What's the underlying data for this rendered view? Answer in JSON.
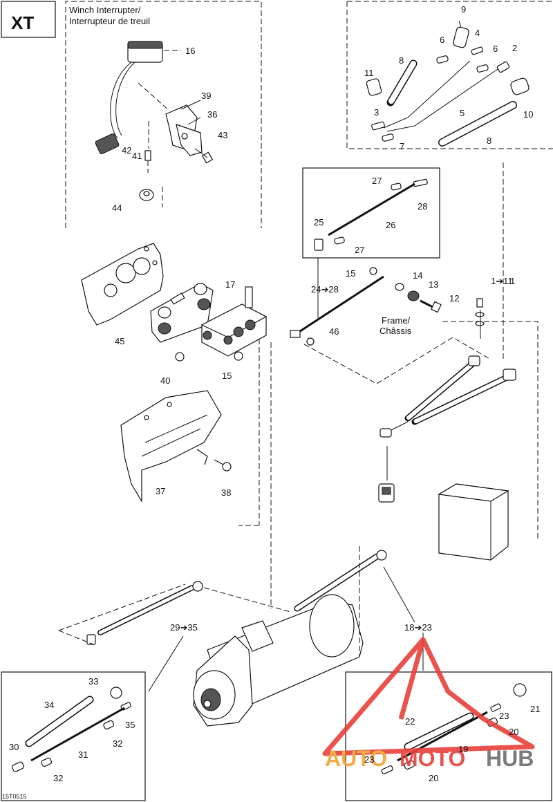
{
  "badge": "XT",
  "inset_title_line1": "Winch Interrupter/",
  "inset_title_line2": "Interrupteur de treuil",
  "frame_label_line1": "Frame/",
  "frame_label_line2": "Châssis",
  "diagram_code": "15T0515",
  "watermark": {
    "text_auto": "AUTO",
    "text_moto": "MOTO",
    "text_hub": "HUB",
    "color_red": "#e8403a",
    "color_orange": "#f2a431",
    "color_grey": "#6d6d6d"
  },
  "callouts": [
    "1",
    "2",
    "3",
    "4",
    "5",
    "6",
    "6",
    "7",
    "8",
    "8",
    "9",
    "10",
    "11",
    "12",
    "13",
    "14",
    "15",
    "15",
    "16",
    "17",
    "19",
    "20",
    "20",
    "21",
    "22",
    "23",
    "23",
    "25",
    "26",
    "27",
    "27",
    "28",
    "30",
    "31",
    "32",
    "32",
    "33",
    "34",
    "35",
    "36",
    "37",
    "38",
    "39",
    "40",
    "41",
    "42",
    "43",
    "44",
    "45",
    "46"
  ],
  "ranges": [
    "1➔11",
    "24➔28",
    "29➔35",
    "18➔23"
  ]
}
